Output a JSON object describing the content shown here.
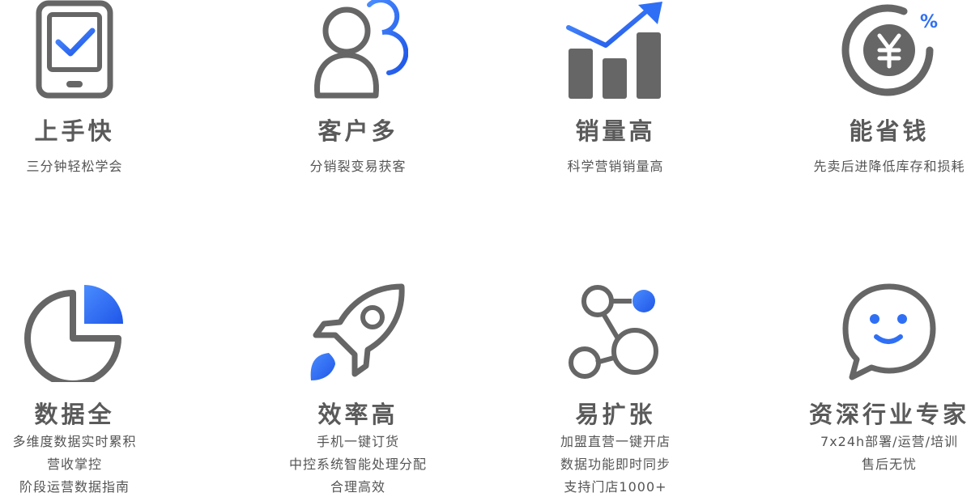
{
  "colors": {
    "icon_gray": "#666666",
    "accent_blue": "#2f6ff5"
  },
  "features": [
    {
      "icon": "phone-check-icon",
      "title": "上手快",
      "lines": [
        "三分钟轻松学会"
      ]
    },
    {
      "icon": "customers-icon",
      "title": "客户多",
      "lines": [
        "分销裂变易获客"
      ]
    },
    {
      "icon": "sales-chart-icon",
      "title": "销量高",
      "lines": [
        "科学营销销量高"
      ]
    },
    {
      "icon": "yen-percent-icon",
      "title": "能省钱",
      "lines": [
        "先卖后进降低库存和损耗"
      ]
    },
    {
      "icon": "pie-chart-icon",
      "title": "数据全",
      "lines": [
        "多维度数据实时累积",
        "营收掌控",
        "阶段运营数据指南"
      ]
    },
    {
      "icon": "rocket-icon",
      "title": "效率高",
      "lines": [
        "手机一键订货",
        "中控系统智能处理分配",
        "合理高效"
      ]
    },
    {
      "icon": "network-icon",
      "title": "易扩张",
      "lines": [
        "加盟直营一键开店",
        "数据功能即时同步",
        "支持门店1000+"
      ]
    },
    {
      "icon": "chat-smile-icon",
      "title": "资深行业专家",
      "lines": [
        "7x24h部署/运营/培训",
        "售后无忧"
      ]
    }
  ]
}
